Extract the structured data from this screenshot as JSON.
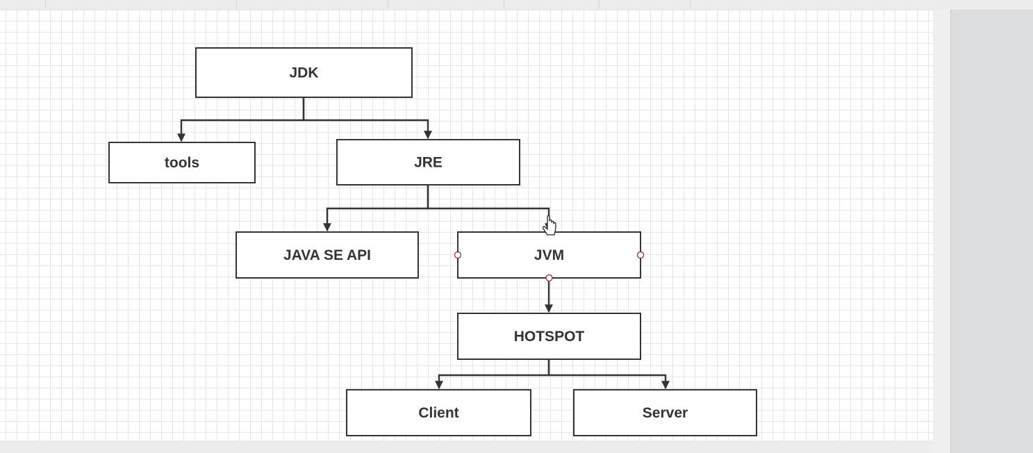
{
  "diagram": {
    "nodes": [
      {
        "id": "jdk",
        "label": "JDK"
      },
      {
        "id": "tools",
        "label": "tools"
      },
      {
        "id": "jre",
        "label": "JRE"
      },
      {
        "id": "java-se-api",
        "label": "JAVA SE API"
      },
      {
        "id": "jvm",
        "label": "JVM"
      },
      {
        "id": "hotspot",
        "label": "HOTSPOT"
      },
      {
        "id": "client",
        "label": "Client"
      },
      {
        "id": "server",
        "label": "Server"
      }
    ],
    "edges": [
      {
        "from": "jdk",
        "to": "tools"
      },
      {
        "from": "jdk",
        "to": "jre"
      },
      {
        "from": "jre",
        "to": "java-se-api"
      },
      {
        "from": "jre",
        "to": "jvm"
      },
      {
        "from": "jvm",
        "to": "hotspot"
      },
      {
        "from": "hotspot",
        "to": "client"
      },
      {
        "from": "hotspot",
        "to": "server"
      }
    ],
    "selected_node": "jvm"
  },
  "colors": {
    "stroke": "#333333",
    "handle": "#8b1f2c",
    "grid": "#e4e4e4"
  },
  "cursor": "hand-pointer-icon"
}
